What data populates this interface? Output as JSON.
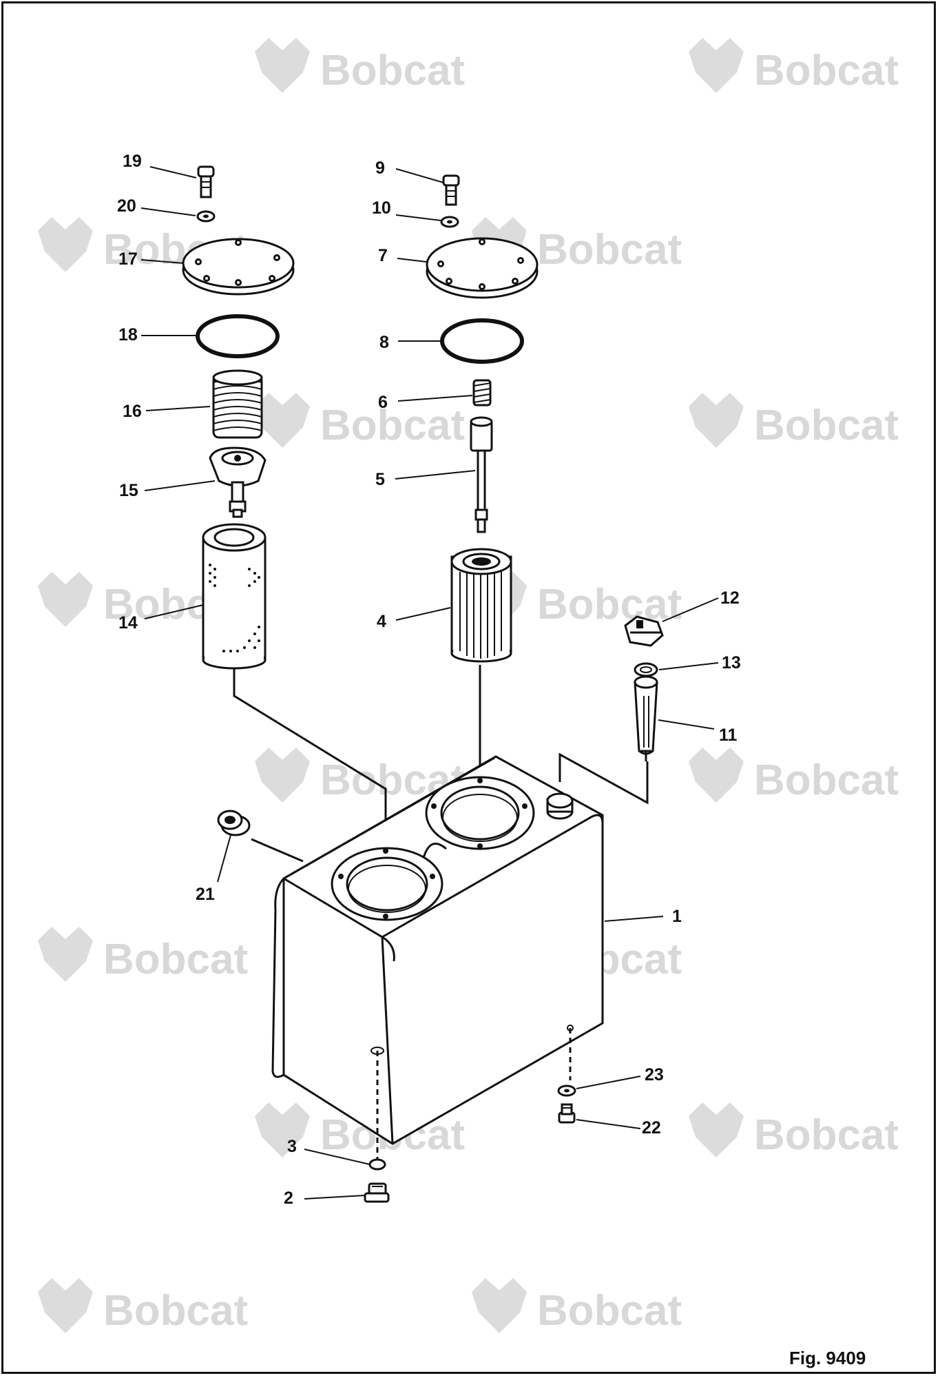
{
  "watermark_text": "Bobcat",
  "figure_label": "Fig. 9409",
  "callouts": {
    "c1": "1",
    "c2": "2",
    "c3": "3",
    "c4": "4",
    "c5": "5",
    "c6": "6",
    "c7": "7",
    "c8": "8",
    "c9": "9",
    "c10": "10",
    "c11": "11",
    "c12": "12",
    "c13": "13",
    "c14": "14",
    "c15": "15",
    "c16": "16",
    "c17": "17",
    "c18": "18",
    "c19": "19",
    "c20": "20",
    "c21": "21",
    "c22": "22",
    "c23": "23"
  },
  "colors": {
    "ink": "#111111",
    "watermark": "#d8d8d8",
    "background": "#ffffff"
  }
}
